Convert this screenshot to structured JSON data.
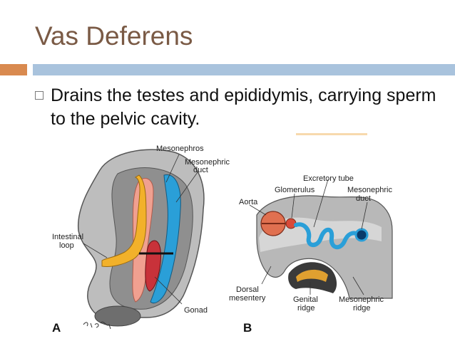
{
  "slide": {
    "title": "Vas Deferens",
    "bullet": "Drains the testes and epididymis, carrying sperm to the pelvic cavity."
  },
  "figure": {
    "panel_a": {
      "letter": "A",
      "labels": {
        "mesonephros": "Mesonephros",
        "mesonephric_duct_1": "Mesonephric",
        "mesonephric_duct_2": "duct",
        "intestinal_1": "Intestinal",
        "intestinal_2": "loop",
        "gonad": "Gonad"
      }
    },
    "panel_b": {
      "letter": "B",
      "labels": {
        "excretory_tube": "Excretory tube",
        "glomerulus": "Glomerulus",
        "mesonephric_duct_1": "Mesonephric",
        "mesonephric_duct_2": "duct",
        "aorta": "Aorta",
        "dorsal_1": "Dorsal",
        "dorsal_2": "mesentery",
        "genital_1": "Genital",
        "genital_2": "ridge",
        "mesonephric_ridge_1": "Mesonephric",
        "mesonephric_ridge_2": "ridge"
      }
    },
    "colors": {
      "gonad_red": "#c8323a",
      "duct_blue": "#2a9fd8",
      "mesonephros_pink": "#f0a090",
      "intestine_yellow": "#f2b12a",
      "embryo_gray": "#9a9a9a"
    }
  }
}
